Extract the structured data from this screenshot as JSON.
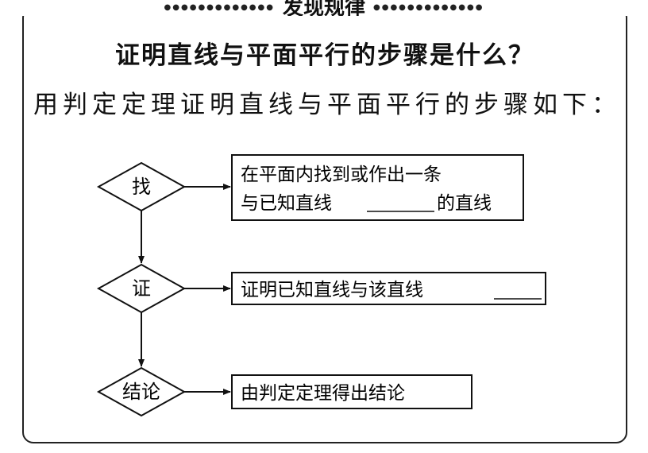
{
  "header": {
    "title": "发现规律"
  },
  "question": "证明直线与平面平行的步骤是什么？",
  "intro": "用判定定理证明直线与平面平行的步骤如下：",
  "steps": [
    {
      "node_label": "找",
      "box_lines": [
        "在平面内找到或作出一条",
        "与已知直线"
      ],
      "box_line2_suffix": "的直线"
    },
    {
      "node_label": "证",
      "box_lines": [
        "证明已知直线与该直线"
      ]
    },
    {
      "node_label": "结论",
      "box_lines": [
        "由判定定理得出结论"
      ]
    }
  ]
}
